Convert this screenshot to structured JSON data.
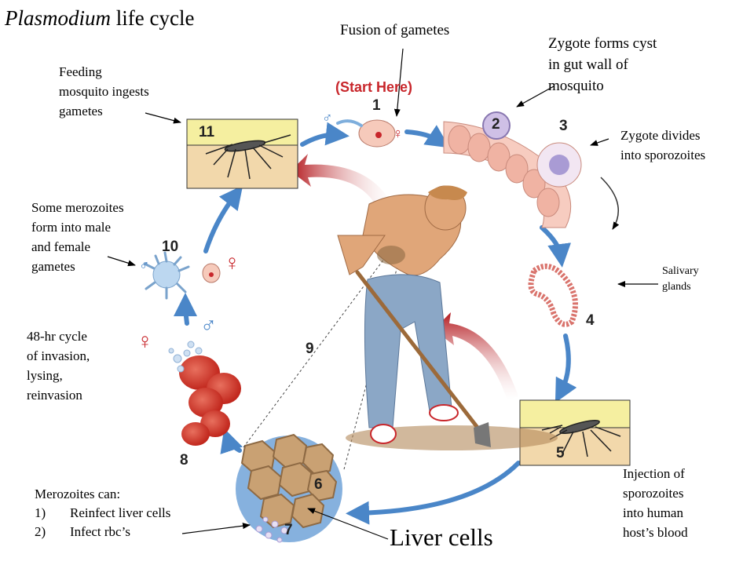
{
  "title": {
    "italic": "Plasmodium",
    "rest": " life cycle"
  },
  "start_label": "(Start Here)",
  "stage_numbers": [
    "1",
    "2",
    "3",
    "4",
    "5",
    "6",
    "7",
    "8",
    "9",
    "10",
    "11"
  ],
  "labels": {
    "fusion": "Fusion of gametes",
    "zygote_cyst": "Zygote forms cyst\nin gut wall of\nmosquito",
    "feeding": "Feeding\nmosquito ingests\ngametes",
    "zygote_divides": "Zygote divides\ninto sporozoites",
    "some_merozoites": "Some merozoites\nform into male\nand female\ngametes",
    "salivary": "Salivary\nglands",
    "cycle_48hr": "48-hr cycle\nof invasion,\nlysing,\nreinvasion",
    "injection": "Injection of\nsporozoites\ninto human\nhost’s blood",
    "liver_cells": "Liver cells"
  },
  "merozoites": {
    "heading": "Merozoites can:",
    "items": [
      {
        "n": "1)",
        "text": "Reinfect liver cells"
      },
      {
        "n": "2)",
        "text": "Infect rbc’s"
      }
    ]
  },
  "symbols": {
    "male": "♂",
    "female": "♀"
  },
  "colors": {
    "arrow_blue": "#4a86c8",
    "arrow_red": "#c8262b",
    "rbc_red": "#d23a2e",
    "panel_top": "#f5efa0",
    "panel_bottom": "#f2d8ab",
    "liver_cell": "#c9a173",
    "liver_bg": "#86b1de",
    "skin": "#e0a679",
    "jeans": "#8ba7c6"
  }
}
